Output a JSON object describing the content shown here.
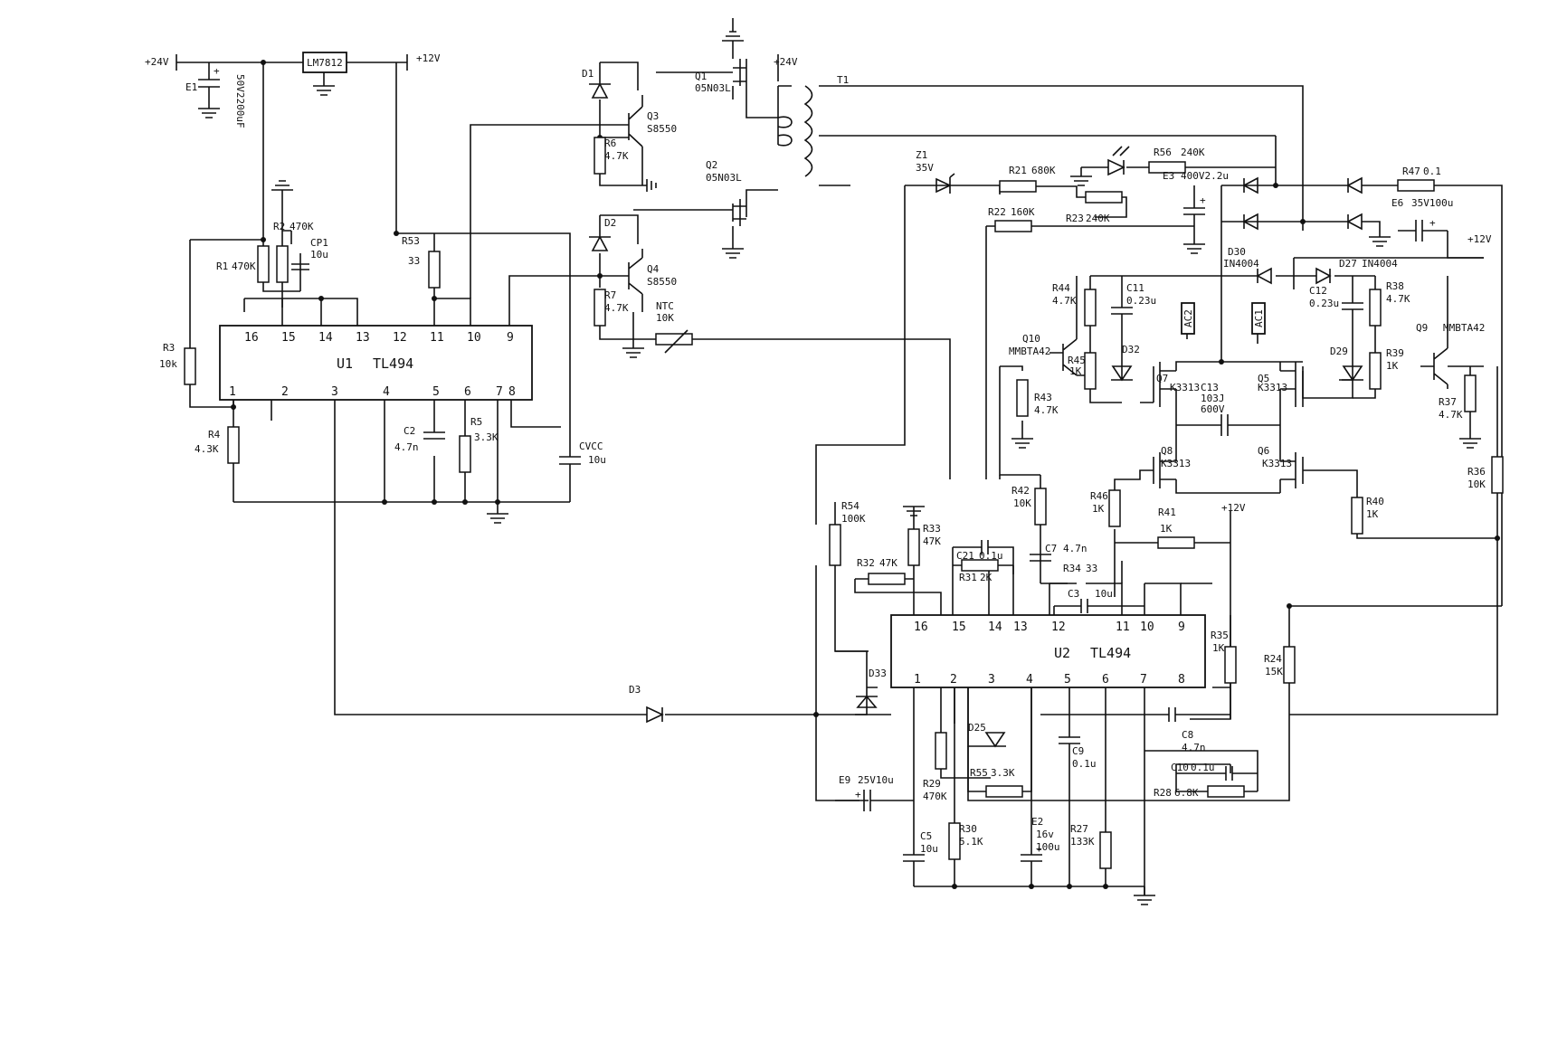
{
  "ics": {
    "u1": {
      "name": "U1",
      "type": "TL494",
      "pins_top": [
        "16",
        "15",
        "14",
        "13",
        "12",
        "11",
        "10",
        "9"
      ],
      "pins_bottom": [
        "1",
        "2",
        "3",
        "4",
        "5",
        "6",
        "7",
        "8"
      ]
    },
    "u2": {
      "name": "U2",
      "type": "TL494",
      "pins_top": [
        "16",
        "15",
        "14",
        "13",
        "12",
        "11",
        "10",
        "9"
      ],
      "pins_bottom": [
        "1",
        "2",
        "3",
        "4",
        "5",
        "6",
        "7",
        "8"
      ]
    },
    "reg": {
      "name": "LM7812"
    }
  },
  "rails": {
    "v24_a": "+24V",
    "v12_a": "+12V",
    "v24_b": "+24V",
    "v12_b": "+12V",
    "v12_c": "+12V"
  },
  "labels": {
    "E1": "E1",
    "E1v": "50V2200uF",
    "R1": "R1",
    "R1v": "470K",
    "R2": "R2",
    "R2v": "470K",
    "CP1": "CP1",
    "CP1v": "10u",
    "R3": "R3",
    "R3v": "10k",
    "R4": "R4",
    "R4v": "4.3K",
    "R53": "R53",
    "R53v": "33",
    "C2": "C2",
    "C2v": "4.7n",
    "R5": "R5",
    "R5v": "3.3K",
    "CVCC": "CVCC",
    "CVCCv": "10u",
    "D1": "D1",
    "D2": "D2",
    "D3": "D3",
    "Q1": "Q1",
    "Q1v": "05N03L",
    "Q2": "Q2",
    "Q2v": "05N03L",
    "Q3": "Q3",
    "Q3v": "S8550",
    "Q4": "Q4",
    "Q4v": "S8550",
    "R6": "R6",
    "R6v": "4.7K",
    "R7": "R7",
    "R7v": "4.7K",
    "NTC": "NTC",
    "NTCv": "10K",
    "T1": "T1",
    "Z1": "Z1",
    "Z1v": "35V",
    "R21": "R21",
    "R21v": "680K",
    "R22": "R22",
    "R22v": "160K",
    "R23": "R23",
    "R23v": "240K",
    "R56": "R56",
    "R56v": "240K",
    "E3": "E3",
    "E3v": "400V2.2u",
    "R47": "R47",
    "R47v": "0.1",
    "E6": "E6",
    "E6v": "35V100u",
    "D30": "D30",
    "D30v": "IN4004",
    "D27": "D27",
    "D27v": "IN4004",
    "R44": "R44",
    "R44v": "4.7K",
    "C11": "C11",
    "C11v": "0.23u",
    "C12": "C12",
    "C12v": "0.23u",
    "R38": "R38",
    "R38v": "4.7K",
    "AC2": "AC2",
    "AC1": "AC1",
    "Q10": "Q10",
    "Q10v": "MMBTA42",
    "Q9": "Q9",
    "Q9v": "MMBTA42",
    "R45": "R45",
    "R45v": "1K",
    "D32": "D32",
    "D29": "D29",
    "R39": "R39",
    "R39v": "1K",
    "Q7": "Q7",
    "Q7v": "K3313",
    "Q5": "Q5",
    "Q5v": "K3313",
    "Q8": "Q8",
    "Q8v": "K3313",
    "Q6": "Q6",
    "Q6v": "K3313",
    "C13": "C13",
    "C13v": "103J",
    "C13v2": "600V",
    "R43": "R43",
    "R43v": "4.7K",
    "R37": "R37",
    "R37v": "4.7K",
    "R36": "R36",
    "R36v": "10K",
    "R42": "R42",
    "R42v": "10K",
    "R46": "R46",
    "R46v": "1K",
    "R40": "R40",
    "R40v": "1K",
    "R41": "R41",
    "R41v": "1K",
    "R54": "R54",
    "R54v": "100K",
    "R33": "R33",
    "R33v": "47K",
    "C21": "C21",
    "C21v": "0.1u",
    "C7": "C7",
    "C7v": "4.7n",
    "R32": "R32",
    "R32v": "47K",
    "R31": "R31",
    "R31v": "2K",
    "R34": "R34",
    "R34v": "33",
    "C3": "C3",
    "C3v": "10u",
    "R35": "R35",
    "R35v": "1K",
    "R24": "R24",
    "R24v": "15K",
    "D33": "D33",
    "D25": "D25",
    "C8": "C8",
    "C8v": "4.7n",
    "C10": "C10",
    "C10v": "0.1u",
    "R28": "R28",
    "R28v": "6.8K",
    "R55": "R55",
    "R55v": "3.3K",
    "E9": "E9",
    "E9v": "25V10u",
    "R29": "R29",
    "R29v": "470K",
    "C9": "C9",
    "C9v": "0.1u",
    "C5": "C5",
    "C5v": "10u",
    "R30": "R30",
    "R30v": "5.1K",
    "E2": "E2",
    "E2v": "16v",
    "E2v2": "100u",
    "R27": "R27",
    "R27v": "133K"
  }
}
